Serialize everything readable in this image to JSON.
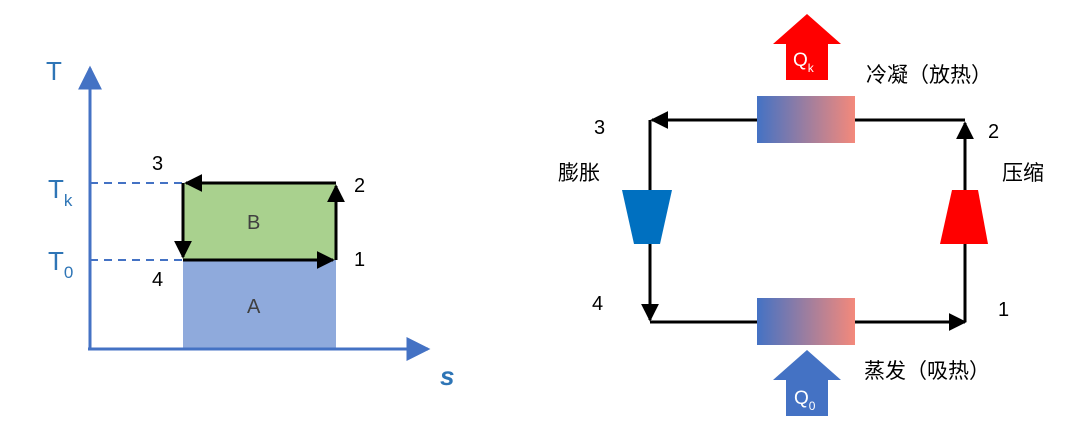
{
  "ts_diagram": {
    "axis_y": "T",
    "axis_x": "s",
    "tick_tk": {
      "base": "T",
      "sub": "k"
    },
    "tick_t0": {
      "base": "T",
      "sub": "0"
    },
    "points": [
      "1",
      "2",
      "3",
      "4"
    ],
    "region_a": "A",
    "region_b": "B"
  },
  "cycle": {
    "points": [
      "1",
      "2",
      "3",
      "4"
    ],
    "condenser_label": "冷凝（放热）",
    "evaporator_label": "蒸发（吸热）",
    "compressor_label": "压缩",
    "expansion_label": "膨胀",
    "heat_out": {
      "base": "Q",
      "sub": "k"
    },
    "heat_in": {
      "base": "Q",
      "sub": "0"
    }
  },
  "colors": {
    "axis": "#4472C4",
    "tick_text": "#2E75B6",
    "region_a": "#8FAADC",
    "region_b": "#A9D18E",
    "hot": "#FF0000",
    "cold_arrow": "#4472C4",
    "expansion_valve": "#0070C0",
    "hx_left": "#4472C4",
    "hx_right": "#F4897B"
  }
}
